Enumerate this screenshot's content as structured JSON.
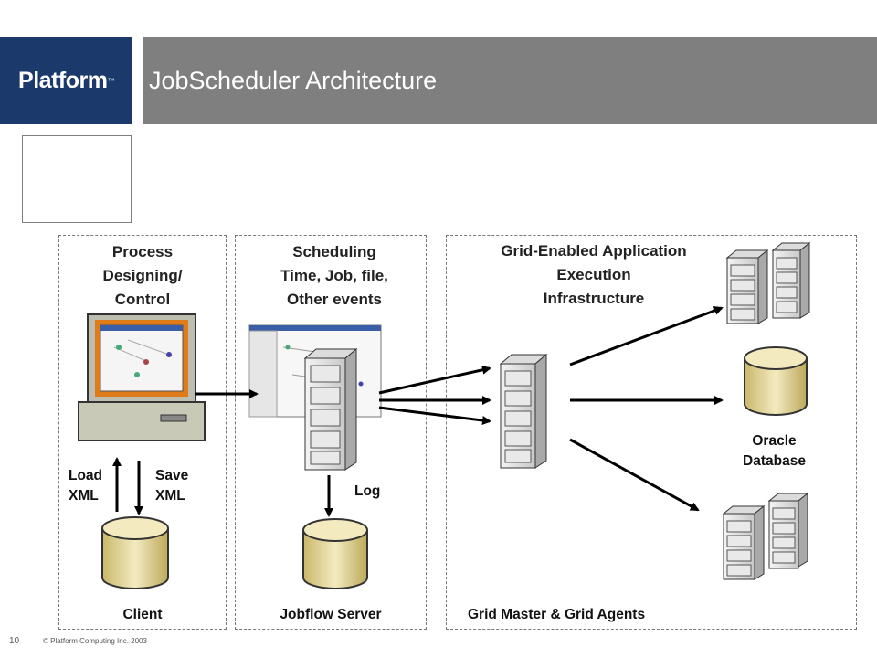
{
  "header": {
    "logo_text": "Platform",
    "logo_tm": "™",
    "title": "JobScheduler Architecture"
  },
  "panels": {
    "client": {
      "heading_lines": [
        "Process",
        "Designing/",
        "Control"
      ],
      "load_label_lines": [
        "Load",
        "XML"
      ],
      "save_label_lines": [
        "Save",
        "XML"
      ],
      "footer": "Client"
    },
    "jobflow": {
      "heading_lines": [
        "Scheduling",
        "Time, Job, file,",
        "Other events"
      ],
      "log_label": "Log",
      "footer": "Jobflow Server"
    },
    "grid": {
      "heading_lines": [
        "Grid-Enabled Application",
        "Execution",
        "Infrastructure"
      ],
      "oracle_label_lines": [
        "Oracle",
        "Database"
      ],
      "footer": "Grid Master & Grid Agents"
    }
  },
  "footer": {
    "page_number": "10",
    "copyright": "© Platform Computing Inc. 2003"
  },
  "colors": {
    "logo_bg": "#1b3a6b",
    "title_bg": "#7f7f7f",
    "db_fill": "#efe3a8",
    "server_fill": "#e6e6e6",
    "monitor_frame": "#e07b1a"
  }
}
